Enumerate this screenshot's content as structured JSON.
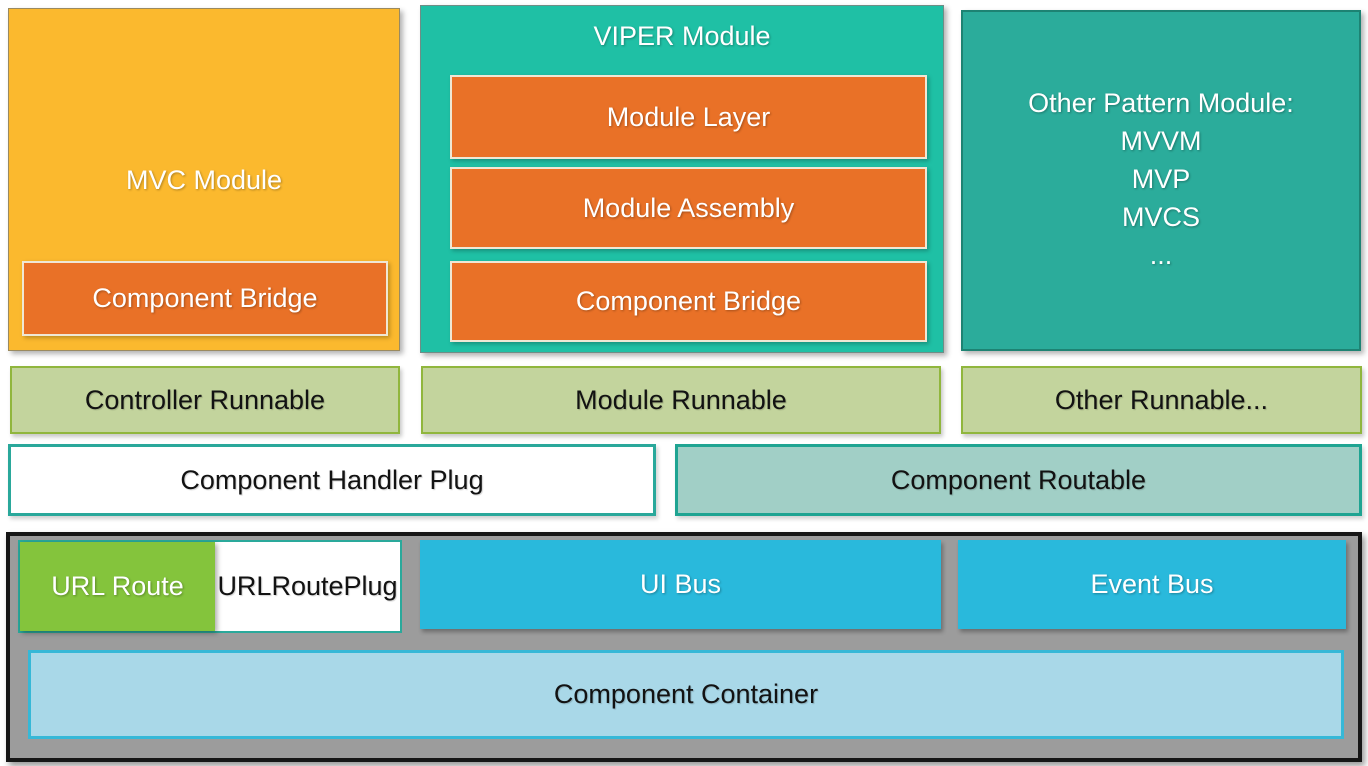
{
  "modules": {
    "mvc": {
      "title": "MVC Module",
      "bridge_label": "Component Bridge"
    },
    "viper": {
      "title": "VIPER Module",
      "layers": [
        "Module Layer",
        "Module Assembly",
        "Component Bridge"
      ]
    },
    "other": {
      "title": "Other Pattern Module:",
      "patterns": [
        "MVVM",
        "MVP",
        "MVCS",
        "..."
      ]
    }
  },
  "runnables": [
    "Controller Runnable",
    "Module Runnable",
    "Other Runnable..."
  ],
  "plug_row": {
    "handler_plug": "Component Handler Plug",
    "routable": "Component Routable"
  },
  "bus_layer": {
    "url_route": "URL Route",
    "url_route_plug": "URLRoutePlug",
    "ui_bus": "UI Bus",
    "event_bus": "Event Bus",
    "component_container": "Component Container"
  },
  "colors": {
    "mvc_yellow": "#FBB92E",
    "inner_orange": "#E97127",
    "viper_teal": "#1FC0A5",
    "other_teal": "#2BAC9B",
    "runnable_fill": "#C3D49D",
    "runnable_border": "#90B63D",
    "plug_border_teal": "#2AA89B",
    "routable_fill": "#A1CFC6",
    "runtime_gray": "#9C9C9C",
    "url_route_green": "#84C43C",
    "bus_blue": "#29B9DC",
    "component_container_fill": "#A9D8E8",
    "component_container_border": "#36B8D7"
  }
}
